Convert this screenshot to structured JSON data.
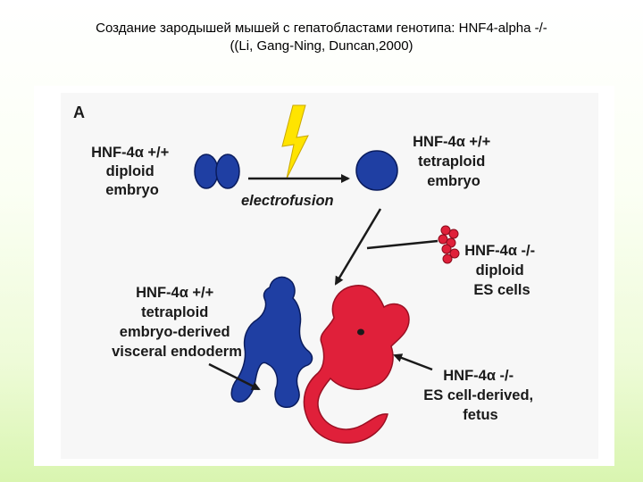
{
  "title": {
    "line1": "Создание зародышей мышей с гепатобластами генотипа: HNF4-alpha -/-",
    "line2": "((Li, Gang-Ning, Duncan,2000)"
  },
  "figure": {
    "panel_letter": "A",
    "diploid_embryo_label": [
      "HNF-4α +/+",
      "diploid",
      "embryo"
    ],
    "electrofusion_label": "electrofusion",
    "tetraploid_embryo_label": [
      "HNF-4α +/+",
      "tetraploid",
      "embryo"
    ],
    "es_cells_label": [
      "HNF-4α -/-",
      "diploid",
      "ES cells"
    ],
    "visceral_endoderm_label": [
      "HNF-4α +/+",
      "tetraploid",
      "embryo-derived",
      "visceral endoderm"
    ],
    "fetus_label": [
      "HNF-4α -/-",
      "ES cell-derived,",
      "fetus"
    ],
    "colors": {
      "embryo_blue": "#1f3fa3",
      "fetus_red": "#e0203a",
      "lightning_yellow": "#ffe400",
      "text_dark": "#1a1a1a"
    }
  }
}
